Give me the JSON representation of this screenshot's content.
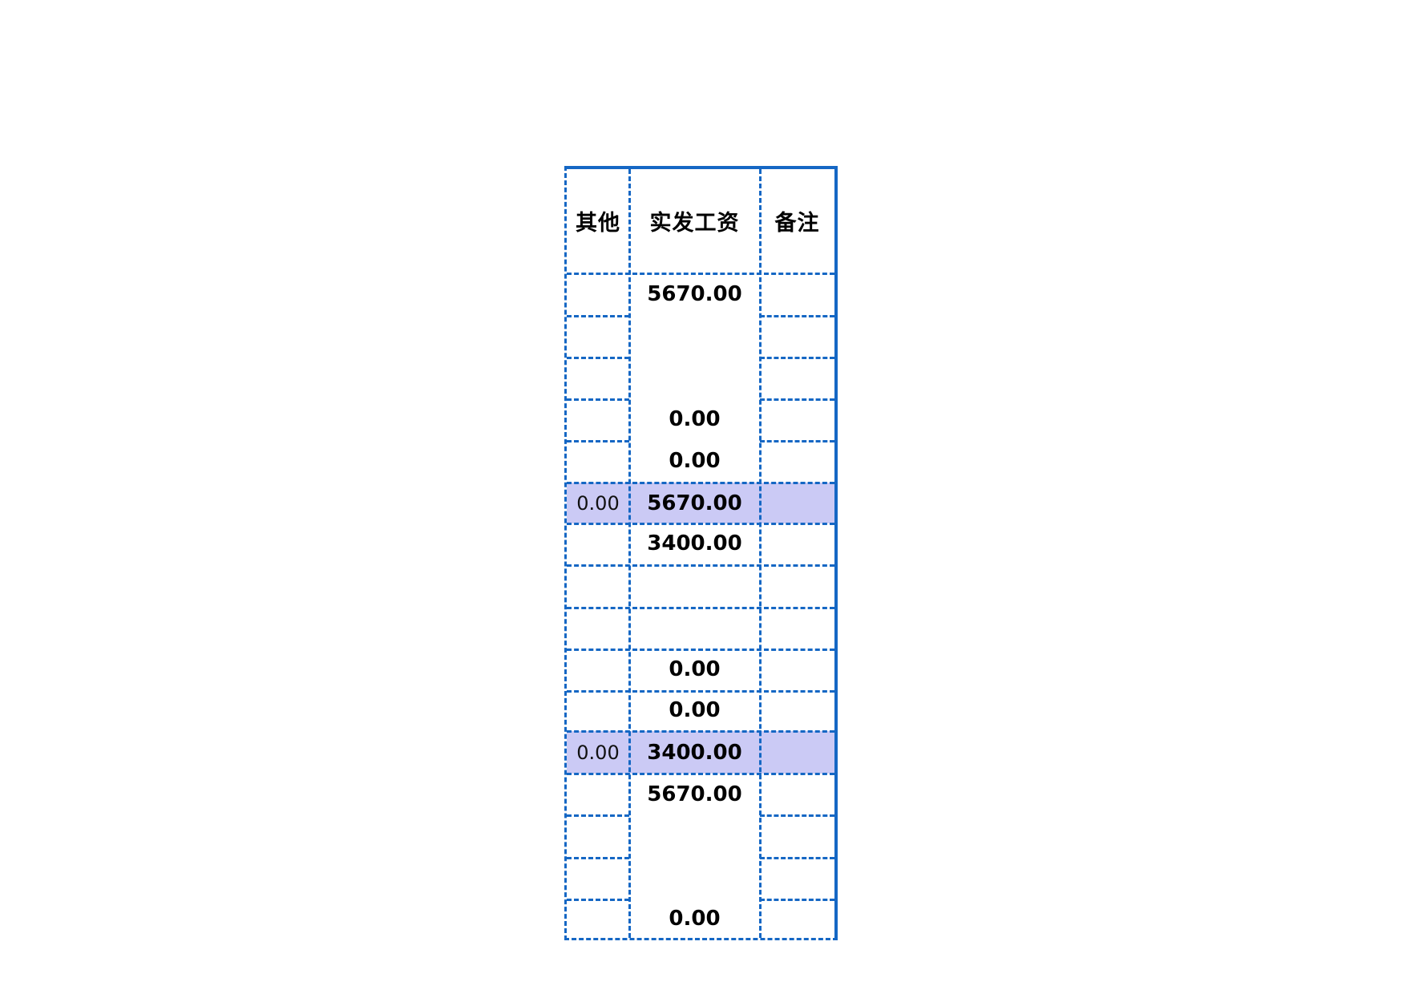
{
  "table": {
    "headers": {
      "other": "其他",
      "net_pay": "实发工资",
      "remarks": "备注"
    },
    "rows": {
      "a1_net": "5670.00",
      "a4_net": "0.00",
      "a5_net": "0.00",
      "hl1_other": "0.00",
      "hl1_net": "5670.00",
      "b1_net": "3400.00",
      "b4_net": "0.00",
      "b5_net": "0.00",
      "hl2_other": "0.00",
      "hl2_net": "3400.00",
      "c1_net": "5670.00",
      "c4_net": "0.00"
    },
    "colors": {
      "border": "#1567c4",
      "highlight": "#cbcaf5",
      "text": "#000000"
    }
  }
}
